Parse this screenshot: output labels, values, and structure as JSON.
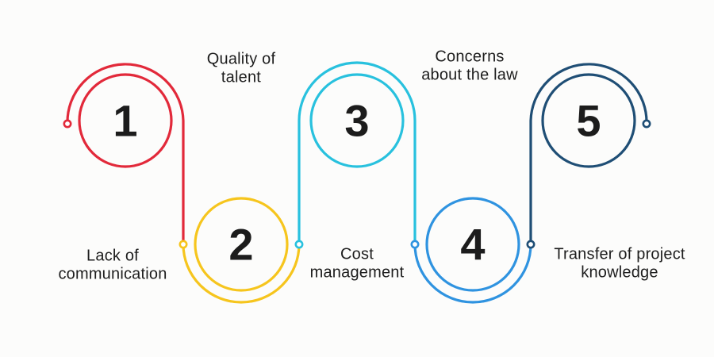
{
  "background": "#fcfcfb",
  "text_color": "#1d1d1d",
  "number_color": "#1c1c1c",
  "units": [
    {
      "number": "1",
      "label": "Lack of\ncommunication",
      "color": "#e2293a"
    },
    {
      "number": "2",
      "label": "Quality of\ntalent",
      "color": "#f6c51d"
    },
    {
      "number": "3",
      "label": "Cost\nmanagement",
      "color": "#28c1de"
    },
    {
      "number": "4",
      "label": "Concerns\nabout the law",
      "color": "#2f93e0"
    },
    {
      "number": "5",
      "label": "Transfer of project\nknowledge",
      "color": "#1f4e75"
    }
  ]
}
